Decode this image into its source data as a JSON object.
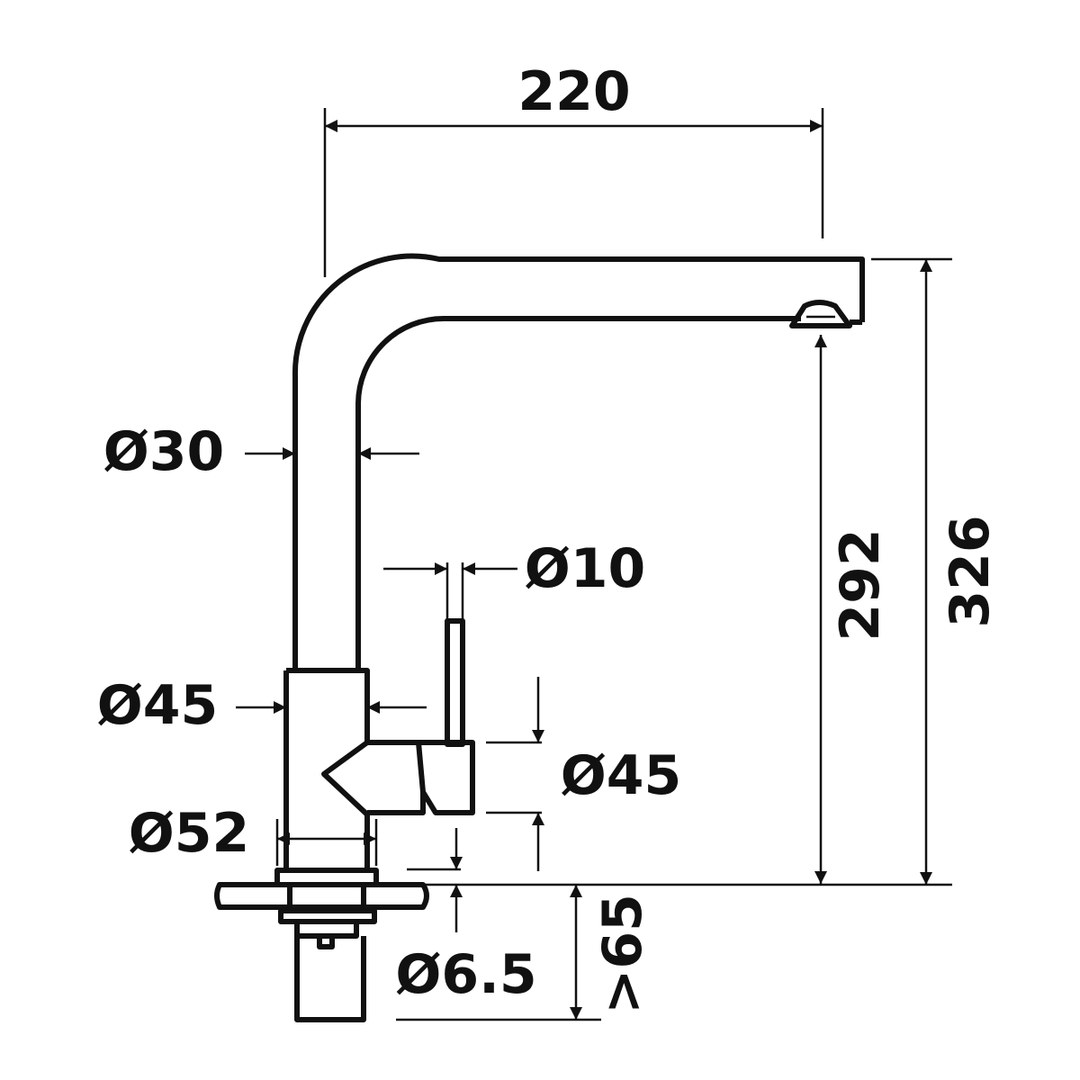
{
  "dimensions": {
    "spout_reach": "220",
    "spout_outlet_height": "292",
    "total_height": "326",
    "body_diameter_upper": "Ø30",
    "handle_diameter": "Ø10",
    "body_diameter_collar": "Ø45",
    "handle_hub_diameter": "Ø45",
    "base_diameter": "Ø52",
    "deck_thickness": "Ø6.5",
    "under_deck_length": ">65"
  },
  "colors": {
    "line": "#111111",
    "background": "#ffffff"
  }
}
